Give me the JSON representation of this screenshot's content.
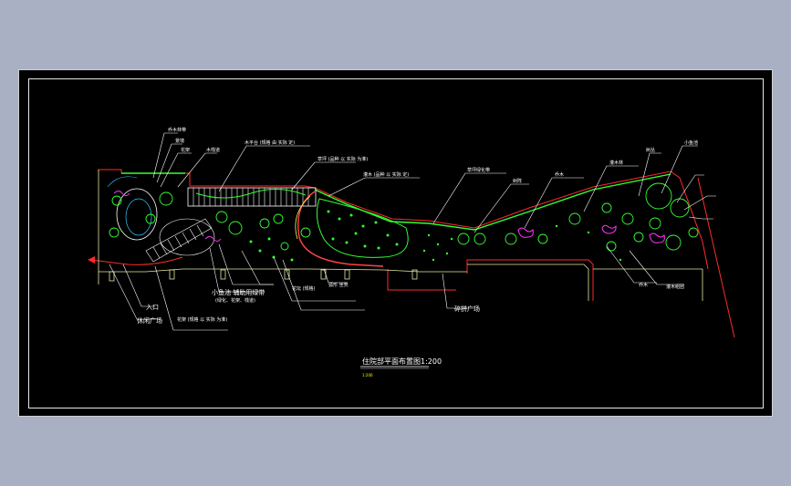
{
  "drawing": {
    "title": "住院部平面布置图1:200",
    "subtitle": "1:200",
    "background_color": "#000000",
    "frame_color": "#e6e6e6",
    "layer_colors": {
      "boundary": "#ff2020",
      "planting": "#33ff33",
      "paving": "#ffff66",
      "leaders": "#ffffff",
      "shrubs": "#ff33ff",
      "water": "#33ccff"
    }
  },
  "labels": {
    "l1": "乔木林带",
    "l2": "景墙",
    "l3": "花架",
    "l4": "木栈道",
    "l5": "木平台 (规格 由 实际 定)",
    "l6": "草坪 (品种 以 实际 为准)",
    "l7": "灌木 (品种 以 实际 定)",
    "l8": "草坪绿化带",
    "l9": "树阵",
    "l10": "乔木",
    "l11": "灌木林",
    "l12": "树丛",
    "l13": "小鱼池",
    "l14": "小鱼池 辅助用绿带",
    "l15": "(绿化、花架、栈道)",
    "l16": "花坛 (规格)",
    "l17": "弧形 坐凳",
    "l18": "入口",
    "l19": "休闲广场",
    "l20": "花架 (规格 以 实际 为准)",
    "l21": "碎拼广场",
    "l22": "乔木",
    "l23": "灌木组团"
  }
}
